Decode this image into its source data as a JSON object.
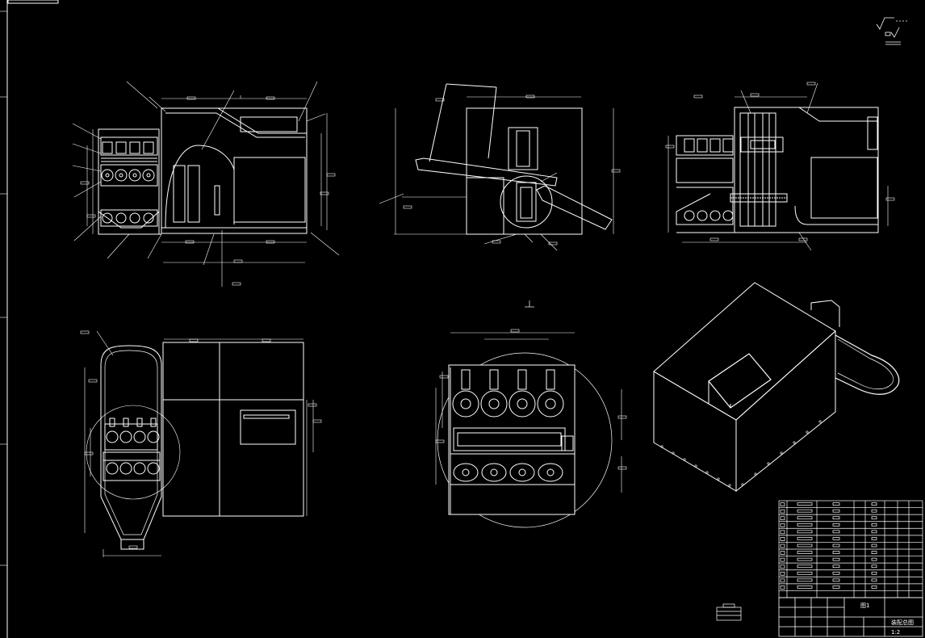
{
  "drawing": {
    "background": "#000000",
    "line_color": "#ffffff",
    "dim_color": "#ffffff",
    "views": [
      "front-section",
      "middle-section",
      "side-section",
      "top-view",
      "detail-view",
      "isometric-view"
    ]
  },
  "title_block": {
    "rows": 14,
    "caption": "图1",
    "title_line1": "装配总图",
    "title_line2": "1:2"
  }
}
